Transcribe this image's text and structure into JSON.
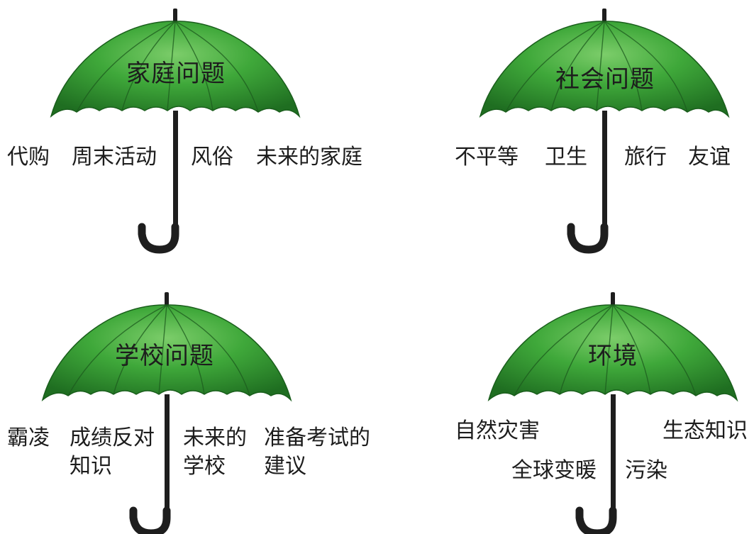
{
  "colors": {
    "canopy": "#2f9a2f",
    "canopy_light": "#66c25a",
    "canopy_dark": "#1f6e21",
    "shaft": "#1e1e1e",
    "text": "#1d1d1d"
  },
  "umbrellas": {
    "family": {
      "title": "家庭问题",
      "labels": [
        "代购",
        "周末活动",
        "风俗",
        "未来的家庭"
      ]
    },
    "social": {
      "title": "社会问题",
      "labels": [
        "不平等",
        "卫生",
        "旅行",
        "友谊"
      ]
    },
    "school": {
      "title": "学校问题",
      "labels": [
        "霸凌",
        "成绩反对",
        "知识",
        "未来的",
        "学校",
        "准备考试的",
        "建议"
      ]
    },
    "environment": {
      "title": "环境",
      "labels": [
        "自然灾害",
        "生态知识",
        "全球变暖",
        "污染"
      ]
    }
  }
}
